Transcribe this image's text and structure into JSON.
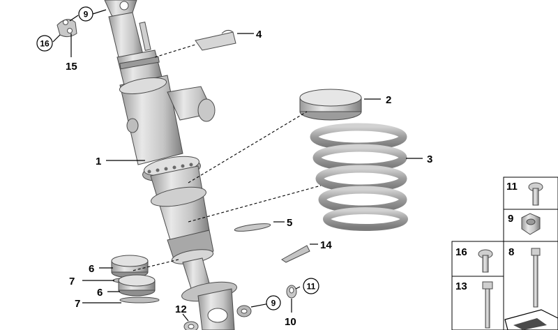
{
  "diagram": {
    "callouts": [
      {
        "id": "c1",
        "text": "1"
      },
      {
        "id": "c2",
        "text": "2"
      },
      {
        "id": "c3",
        "text": "3"
      },
      {
        "id": "c4",
        "text": "4"
      },
      {
        "id": "c5",
        "text": "5"
      },
      {
        "id": "c6a",
        "text": "6"
      },
      {
        "id": "c6b",
        "text": "6"
      },
      {
        "id": "c7a",
        "text": "7"
      },
      {
        "id": "c7b",
        "text": "7"
      },
      {
        "id": "c9a",
        "text": "9"
      },
      {
        "id": "c9b",
        "text": "9"
      },
      {
        "id": "c10",
        "text": "10"
      },
      {
        "id": "c11",
        "text": "11"
      },
      {
        "id": "c12",
        "text": "12"
      },
      {
        "id": "c14",
        "text": "14"
      },
      {
        "id": "c15",
        "text": "15"
      },
      {
        "id": "c16",
        "text": "16"
      }
    ],
    "parts_table": {
      "cells": [
        {
          "id": "t11",
          "text": "11"
        },
        {
          "id": "t9",
          "text": "9"
        },
        {
          "id": "t16",
          "text": "16"
        },
        {
          "id": "t8",
          "text": "8"
        },
        {
          "id": "t13",
          "text": "13"
        }
      ]
    },
    "colors": {
      "metal_light": "#e4e4e4",
      "metal_mid": "#b9b9b9",
      "metal_dark": "#8c8c8c",
      "outline": "#4a4a4a"
    }
  }
}
